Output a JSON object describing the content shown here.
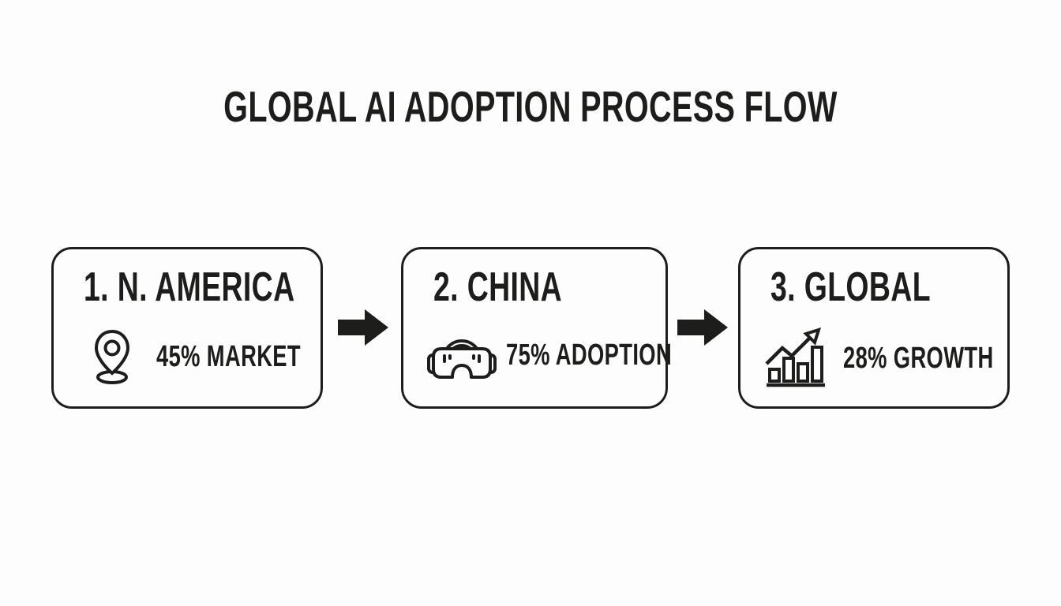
{
  "title": "GLOBAL AI ADOPTION PROCESS FLOW",
  "colors": {
    "background": "#fcfdfc",
    "ink": "#1d1d1b",
    "box_background": "#fdfdfd"
  },
  "steps": [
    {
      "heading": "1. N. AMERICA",
      "icon": "location-pin-icon",
      "label": "45% MARKET"
    },
    {
      "heading": "2. CHINA",
      "icon": "vr-headset-icon",
      "label": "75% ADOPTION"
    },
    {
      "heading": "3. GLOBAL",
      "icon": "growth-chart-icon",
      "label": "28% GROWTH"
    }
  ],
  "connectors": [
    {
      "icon": "arrow-right-icon"
    },
    {
      "icon": "arrow-right-icon"
    }
  ]
}
